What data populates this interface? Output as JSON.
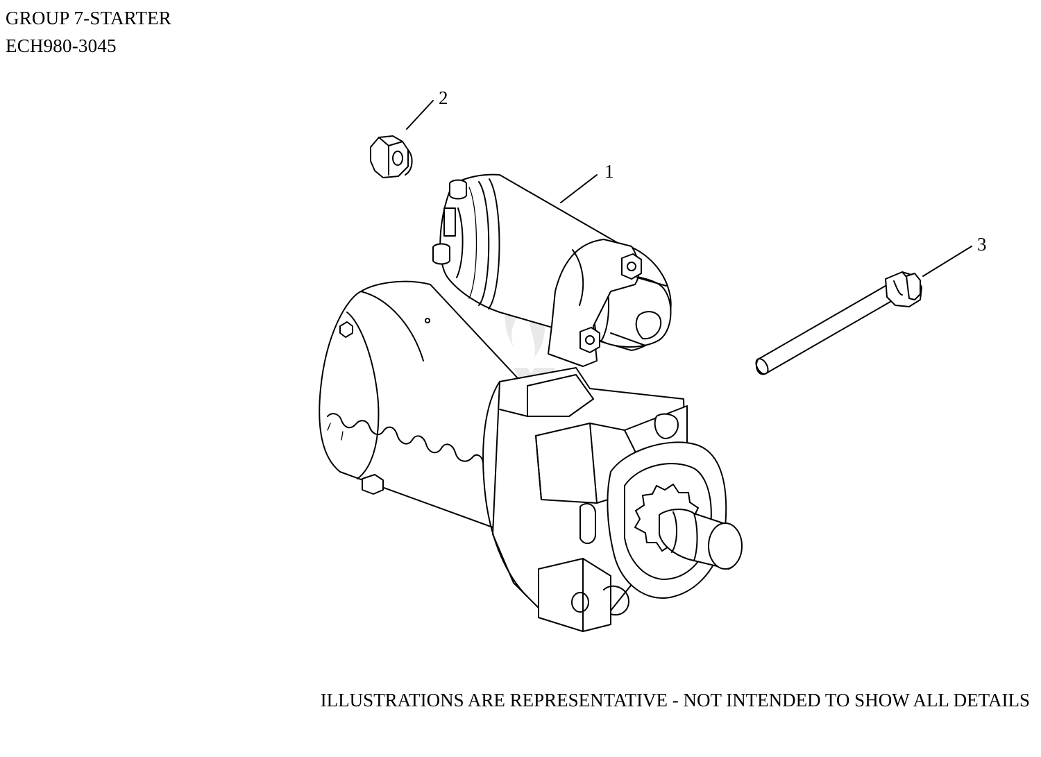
{
  "header": {
    "group": "GROUP 7-STARTER",
    "model": "ECH980-3045"
  },
  "callouts": [
    {
      "number": "1",
      "part": "starter-motor"
    },
    {
      "number": "2",
      "part": "flange-nut"
    },
    {
      "number": "3",
      "part": "flange-bolt"
    }
  ],
  "disclaimer": "ILLUSTRATIONS ARE REPRESENTATIVE - NOT INTENDED TO SHOW ALL DETAILS",
  "watermark": {
    "icon": "flame-logo-icon"
  },
  "colors": {
    "line": "#000000",
    "background": "#ffffff",
    "watermark": "#e9e9e9"
  }
}
